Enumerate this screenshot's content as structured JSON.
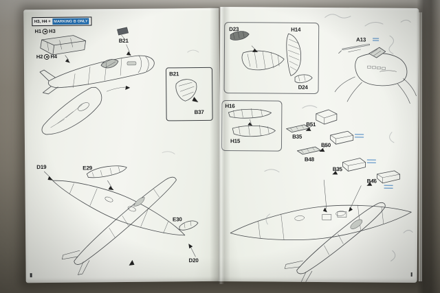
{
  "colors": {
    "accent_blue": "#1f6fb5",
    "ink": "#1b1c1e",
    "page": "#f2f4ee",
    "background": "#8a8478"
  },
  "left_page": {
    "note": {
      "parts": "H3, H4 +",
      "badge": "MARKING B ONLY"
    },
    "option_pairs": [
      {
        "first": "H1",
        "second": "H3"
      },
      {
        "first": "H2",
        "second": "H4"
      }
    ],
    "callouts": {
      "b21_main": "B21",
      "b21_inset": "B21",
      "b37": "B37",
      "d19": "D19",
      "e29": "E29",
      "e30": "E30",
      "d20": "D20"
    }
  },
  "right_page": {
    "callouts": {
      "d23": "D23",
      "h14": "H14",
      "d24": "D24",
      "a13": "A13",
      "h16": "H16",
      "h15": "H15",
      "b51": "B51",
      "b35_upper": "B35",
      "b50": "B50",
      "b48": "B48",
      "b35_lower": "B35",
      "b46": "B46"
    }
  }
}
